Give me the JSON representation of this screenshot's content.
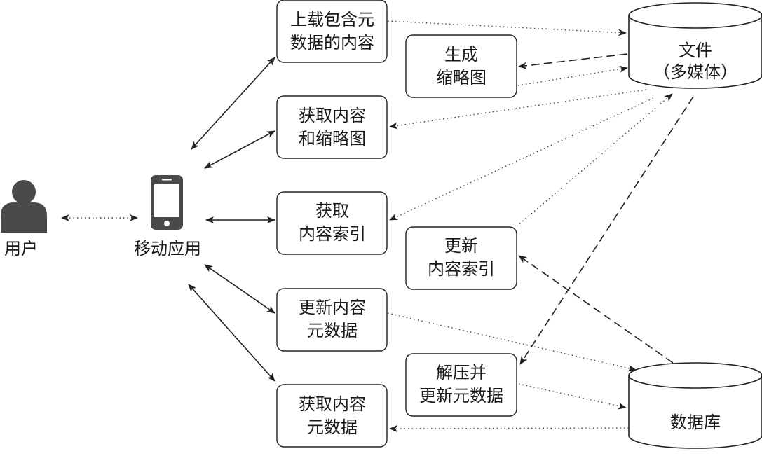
{
  "actors": {
    "user": {
      "label": "用户",
      "icon": "person-icon"
    },
    "app": {
      "label": "移动应用",
      "icon": "smartphone-icon"
    }
  },
  "processes": {
    "upload": {
      "line1": "上载包含元",
      "line2": "数据的内容"
    },
    "get_content_thumb": {
      "line1": "获取内容",
      "line2": "和缩略图"
    },
    "get_index": {
      "line1": "获取",
      "line2": "内容索引"
    },
    "update_meta": {
      "line1": "更新内容",
      "line2": "元数据"
    },
    "get_meta": {
      "line1": "获取内容",
      "line2": "元数据"
    },
    "gen_thumb": {
      "line1": "生成",
      "line2": "缩略图"
    },
    "update_index": {
      "line1": "更新",
      "line2": "内容索引"
    },
    "decompress": {
      "line1": "解压并",
      "line2": "更新元数据"
    }
  },
  "stores": {
    "files": {
      "line1": "文件",
      "line2": "（多媒体）"
    },
    "database": {
      "label": "数据库"
    }
  },
  "colors": {
    "icon_fill": "#4a4a4a",
    "stroke": "#222222"
  }
}
